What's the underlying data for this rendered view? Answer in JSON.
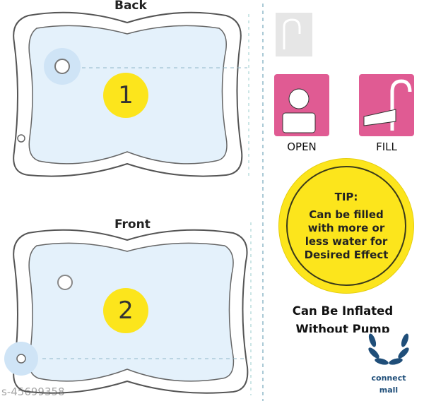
{
  "labels": {
    "back": "Back",
    "front": "Front",
    "mat1_number": "1",
    "mat2_number": "2"
  },
  "steps": [
    {
      "label": "OPEN",
      "icon": "cap-open-icon"
    },
    {
      "label": "FILL",
      "icon": "faucet-fill-icon"
    }
  ],
  "tip": {
    "title": "TIP:",
    "lines": [
      "Can be filled",
      "with more or",
      "less water for",
      "Desired Effect"
    ]
  },
  "inflate": {
    "line1": "Can Be Inflated",
    "line2": "Without Pump"
  },
  "logo": {
    "line1": "connect",
    "line2": "mall"
  },
  "watermark": "s-45699358",
  "colors": {
    "yellow": "#fce51c",
    "pink": "#e05b93",
    "mat": "#e4f1fb",
    "logo": "#1f4e79"
  }
}
